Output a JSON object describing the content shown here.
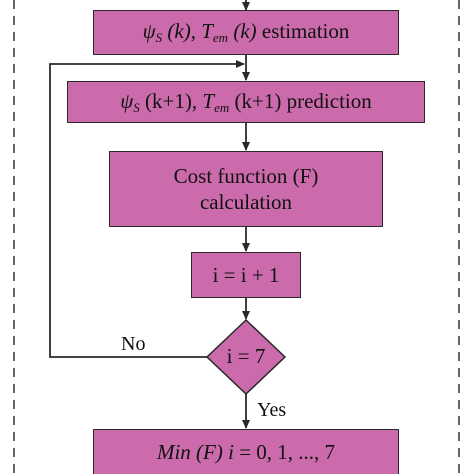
{
  "colors": {
    "box_fill": "#cc6bab",
    "stroke": "#2a2a2a",
    "frame_dash": "#333333"
  },
  "nodes": {
    "estimation": {
      "psi": "ψ",
      "psi_sub": "S",
      "k1": " (k), ",
      "t": "T",
      "t_sub": "em",
      "k2": " (k)",
      "tail": " estimation"
    },
    "prediction": {
      "psi": "ψ",
      "psi_sub": "S",
      "k1": " (k+1), ",
      "t": "T",
      "t_sub": "em",
      "k2": " (k+1)",
      "tail": " prediction"
    },
    "cost": {
      "line1": "Cost function (F)",
      "line2": "calculation"
    },
    "increment": {
      "label": "i = i + 1"
    },
    "decision": {
      "label": "i = 7"
    },
    "minimum": {
      "min": "Min (F) i",
      "rest": " = 0, 1, ..., 7"
    }
  },
  "edges": {
    "no_label": "No",
    "yes_label": "Yes"
  }
}
